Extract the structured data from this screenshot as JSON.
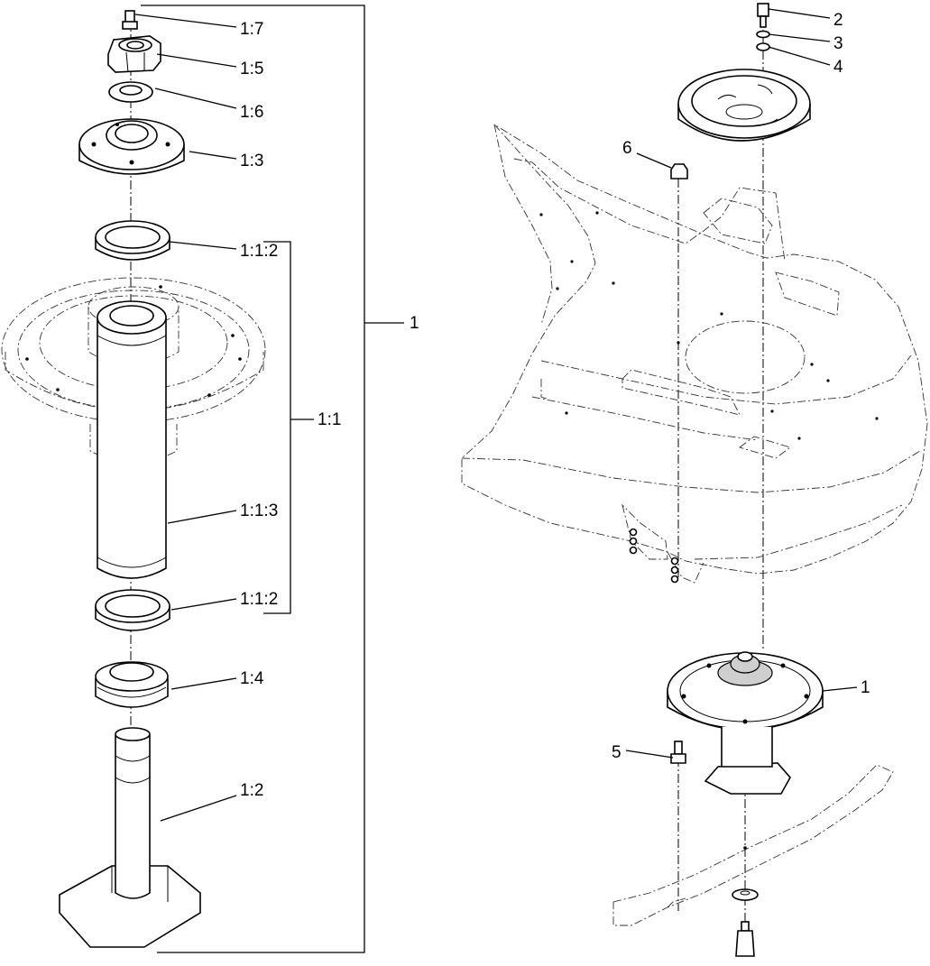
{
  "callouts": {
    "c_1_7": "1:7",
    "c_1_5": "1:5",
    "c_1_6": "1:6",
    "c_1_3": "1:3",
    "c_1_1_2_top": "1:1:2",
    "c_1_left": "1",
    "c_1_1": "1:1",
    "c_1_1_3": "1:1:3",
    "c_1_1_2_bottom": "1:1:2",
    "c_1_4": "1:4",
    "c_1_2": "1:2",
    "c_2": "2",
    "c_3": "3",
    "c_4": "4",
    "c_6": "6",
    "c_1_right": "1",
    "c_5": "5"
  }
}
